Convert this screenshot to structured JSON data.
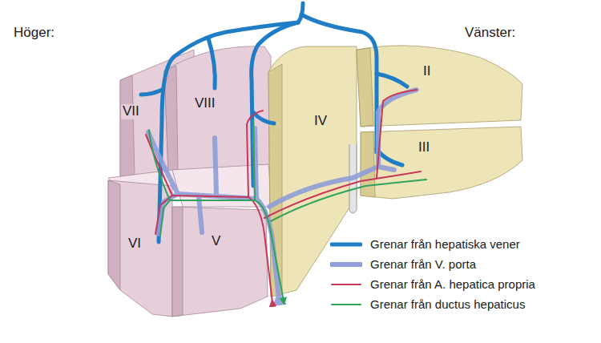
{
  "diagram": {
    "labels": [
      "Höger:",
      "Vänster:",
      "II",
      "VII",
      "VIII",
      "IV",
      "III",
      "VI",
      "V"
    ],
    "legend": [
      {
        "text": "Grenar från hepatiska vener"
      },
      {
        "text": "Grenar från V. porta"
      },
      {
        "text": "Grenar från A. hepatica propria"
      },
      {
        "text": "Grenar från ductus hepaticus"
      }
    ]
  }
}
